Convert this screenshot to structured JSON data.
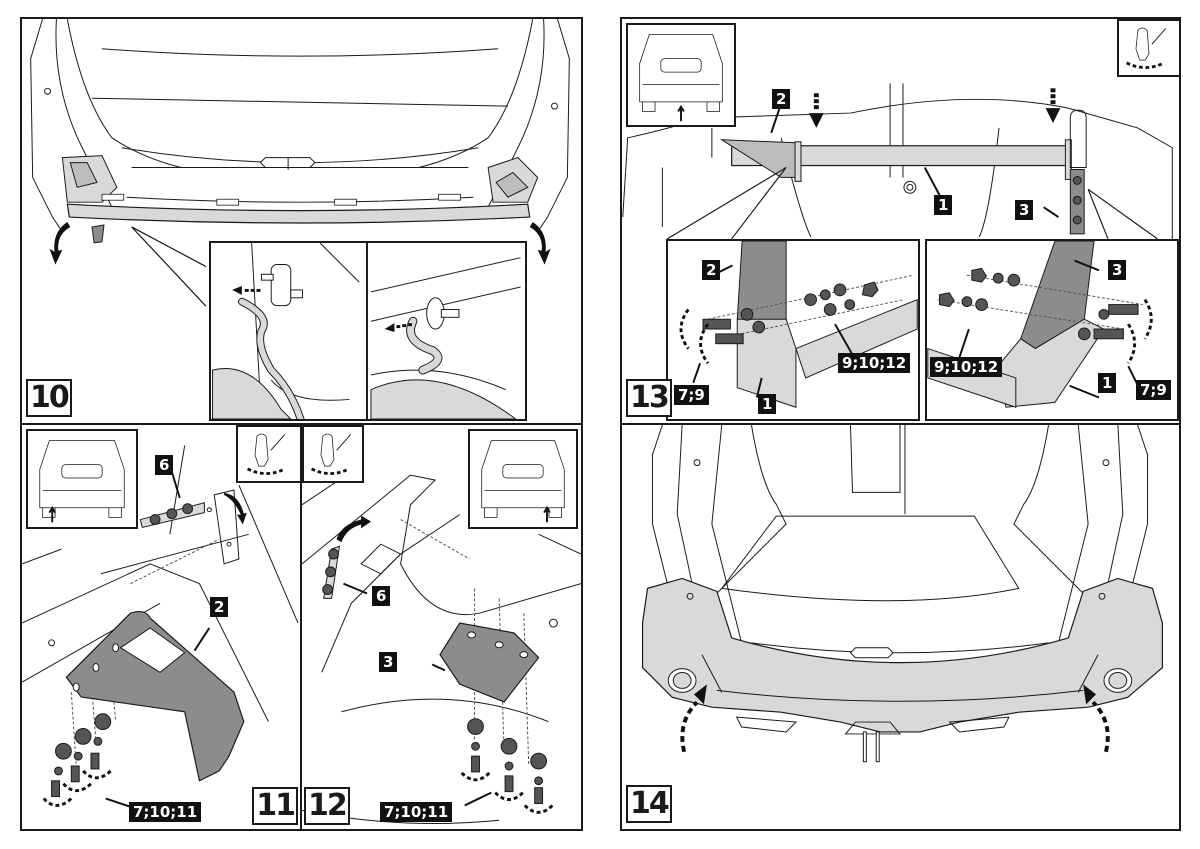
{
  "document": {
    "type": "installation-instructions",
    "subject": "tow bar installation, rear bumper"
  },
  "colors": {
    "line": "#1a1a1a",
    "part_fill": "#d9d9d9",
    "part_dark": "#8c8c8c",
    "hardware": "#555555",
    "callout_bg": "#111111",
    "callout_text": "#ffffff"
  },
  "steps": [
    {
      "number": "10",
      "description": "Remove rear bumper beam and unhook exhaust hangers",
      "callouts": [],
      "icons": [
        "rotate-down-arrow-left",
        "rotate-down-arrow-right",
        "exhaust-hanger-detail-left",
        "exhaust-hanger-detail-right"
      ]
    },
    {
      "number": "11",
      "description": "Attach left bracket to chassis",
      "callouts": [
        "6",
        "2",
        "7;10;11"
      ],
      "icons": [
        "car-rear-view-locator",
        "torque-hand-icon"
      ]
    },
    {
      "number": "12",
      "description": "Attach right bracket to chassis",
      "callouts": [
        "6",
        "3",
        "7;10;11"
      ],
      "icons": [
        "torque-hand-icon",
        "car-rear-view-locator"
      ]
    },
    {
      "number": "13",
      "description": "Mount cross beam to brackets",
      "callouts": [
        "2",
        "1",
        "3",
        "2",
        "7;9",
        "9;10;12",
        "1",
        "3",
        "9;10;12",
        "1",
        "7;9"
      ],
      "icons": [
        "car-rear-view-locator",
        "torque-hand-icon"
      ]
    },
    {
      "number": "14",
      "description": "Refit rear bumper",
      "callouts": [],
      "icons": [
        "rotate-up-arrow-left",
        "rotate-up-arrow-right"
      ]
    }
  ]
}
